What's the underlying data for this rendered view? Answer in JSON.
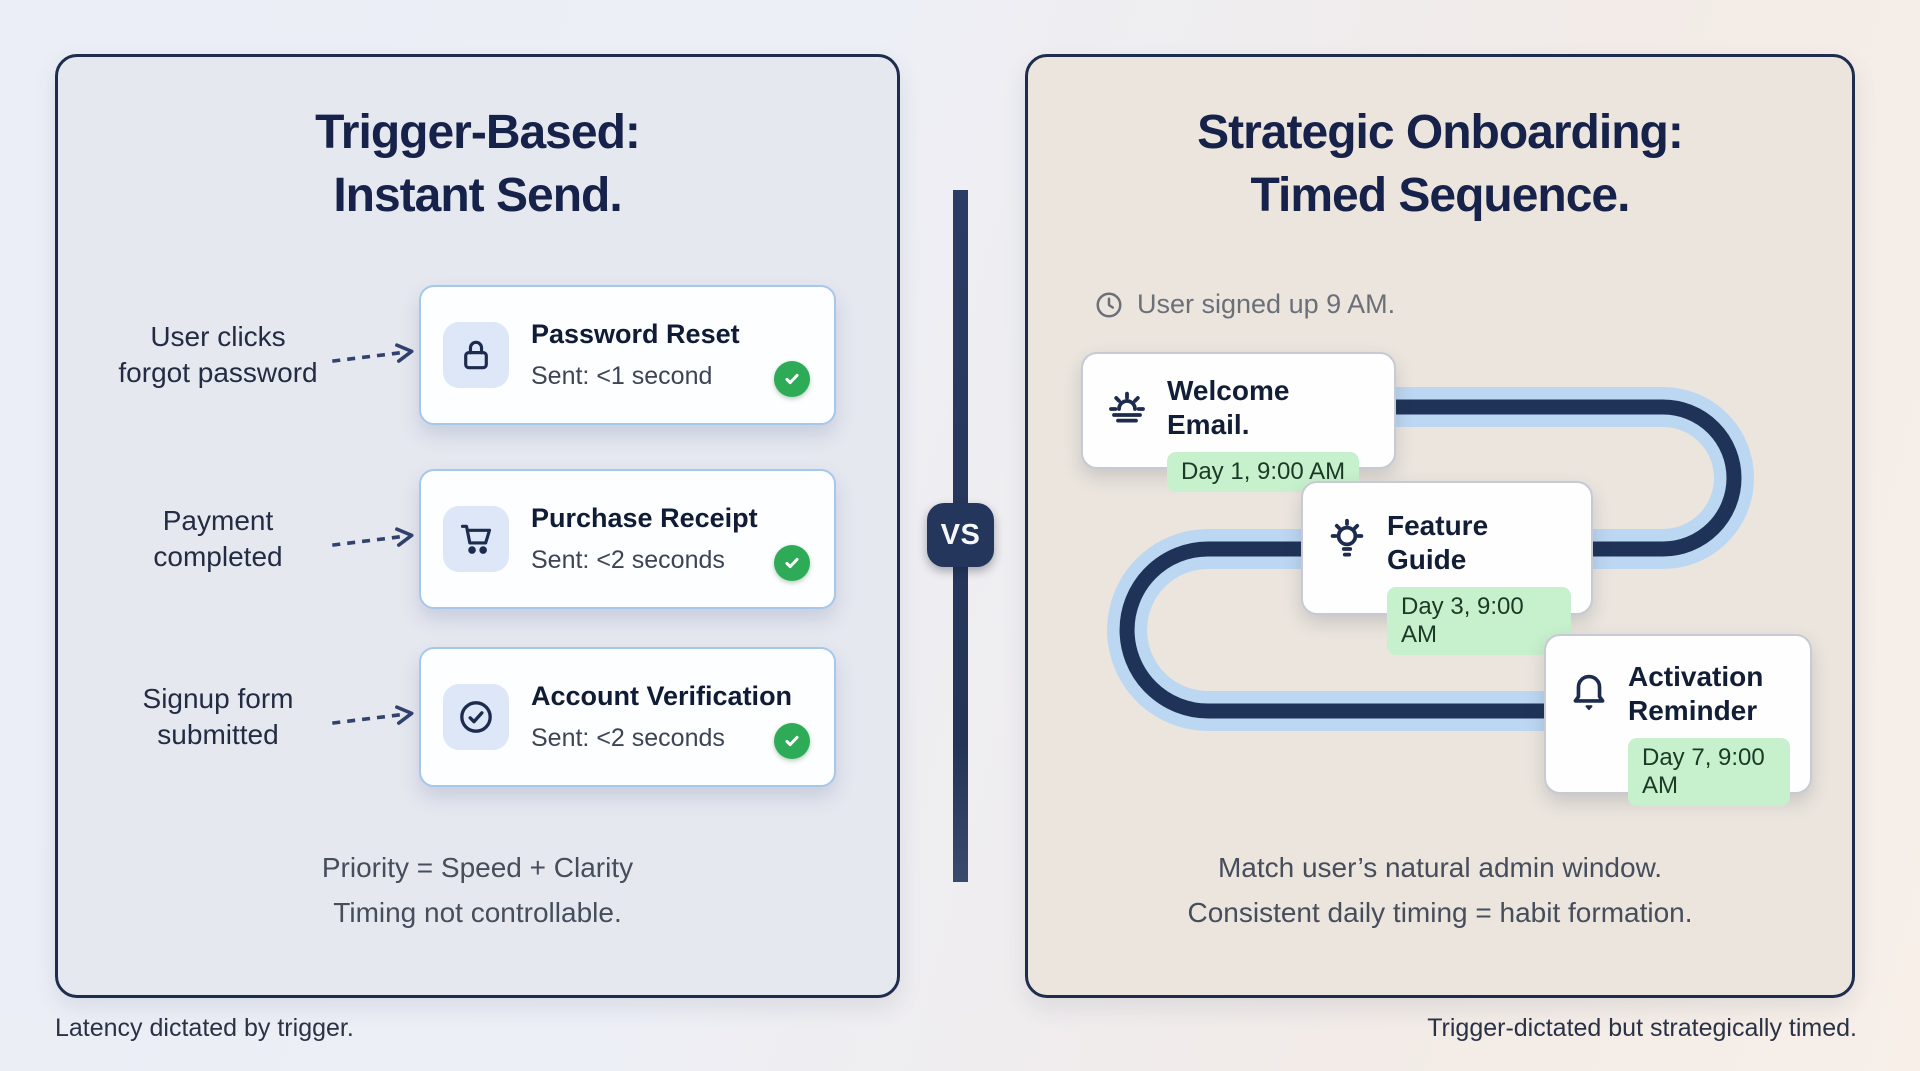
{
  "left_panel": {
    "title_line1": "Trigger-Based:",
    "title_line2": "Instant Send.",
    "rows": [
      {
        "trigger_line1": "User clicks",
        "trigger_line2": "forgot password",
        "icon": "lock-icon",
        "title": "Password Reset",
        "subtitle": "Sent: <1 second"
      },
      {
        "trigger_line1": "Payment",
        "trigger_line2": "completed",
        "icon": "cart-icon",
        "title": "Purchase Receipt",
        "subtitle": "Sent: <2 seconds"
      },
      {
        "trigger_line1": "Signup form",
        "trigger_line2": "submitted",
        "icon": "check-circle-icon",
        "title": "Account Verification",
        "subtitle": "Sent: <2 seconds"
      }
    ],
    "footer_line1": "Priority = Speed + Clarity",
    "footer_line2": "Timing not controllable.",
    "caption": "Latency dictated by trigger."
  },
  "divider": {
    "vs_label": "VS"
  },
  "right_panel": {
    "title_line1": "Strategic Onboarding:",
    "title_line2": "Timed Sequence.",
    "signup_note": "User signed up 9 AM.",
    "steps": [
      {
        "icon": "sunrise-icon",
        "title": "Welcome Email.",
        "badge": "Day 1, 9:00 AM"
      },
      {
        "icon": "bulb-icon",
        "title": "Feature Guide",
        "badge": "Day 3, 9:00 AM"
      },
      {
        "icon": "bell-icon",
        "title_line1": "Activation",
        "title_line2": "Reminder",
        "badge": "Day 7, 9:00 AM"
      }
    ],
    "footer_line1": "Match user’s natural admin window.",
    "footer_line2": "Consistent daily timing = habit formation.",
    "caption": "Trigger-dictated but strategically timed."
  },
  "colors": {
    "navy": "#1e2c4e",
    "card_border_blue": "#a5c7ea",
    "icon_chip_bg": "#dde7f7",
    "check_green": "#2dab57",
    "pill_green_bg": "#c7f0cd",
    "path_light_blue": "#bcd7f2",
    "path_navy": "#1e3357",
    "left_panel_bg": "#e6e8f0",
    "right_panel_bg": "#ebe5de"
  }
}
